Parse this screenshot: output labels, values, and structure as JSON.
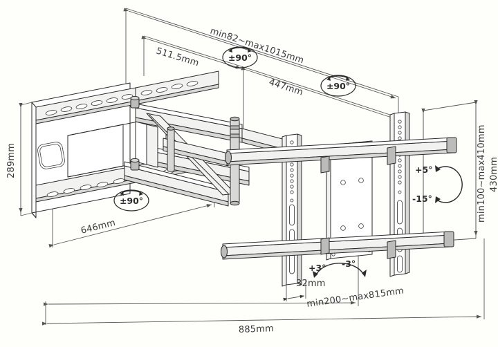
{
  "diagram": {
    "title": "TV wall mount bracket technical dimension drawing",
    "background_color": "#fefefb",
    "line_color": "#2b2b2b",
    "text_color": "#3a3a3a",
    "dimensions": {
      "extension_range": "min82~max1015mm",
      "arm_upper": "511.5mm",
      "arm_lower": "447mm",
      "wall_plate_height": "289mm",
      "wall_plate_width": "646mm",
      "vesa_height_range": "min100~max410mm",
      "bracket_height": "430mm",
      "vesa_width_range": "min200~max815mm",
      "overall_width": "885mm",
      "depth_closed": "32mm"
    },
    "angles": {
      "swivel_a": "±90°",
      "swivel_b": "±90°",
      "swivel_c": "±90°",
      "tilt_up": "+5°",
      "tilt_down": "-15°",
      "roll_left": "+3°",
      "roll_right": "-3°"
    }
  }
}
